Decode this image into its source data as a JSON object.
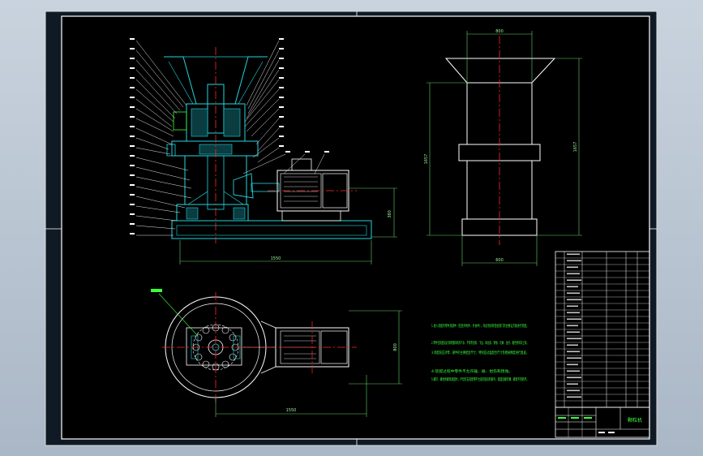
{
  "drawing": {
    "colors": {
      "frame_bg": "#0f1a24",
      "sheet": "#000000",
      "outline": "#ffffff",
      "part": "#1fd7e0",
      "centerline": "#ff2a2a",
      "dimension": "#66d36a",
      "leader": "#ffffff",
      "notes": "#39ff3a"
    },
    "front_view": {
      "width_dim": "1550",
      "height_dim": "380"
    },
    "side_view": {
      "top_dim": "800",
      "bottom_dim": "600",
      "height_dim_left": "1657",
      "height_dim_right": "1657"
    },
    "plan_view": {
      "width_dim": "1550",
      "height_dim": "800"
    },
    "tech_notes": [
      "1.进入装配的零件及部件（包括外购件、外协件），均必须具有检验部门的合格证方能进行装配。",
      "2.零件在装配前必须清理和清洗干净，不得有毛刺、飞边、氧化皮、锈蚀、切屑、油污、着色剂和灰尘等。",
      "3.装配前应对零、部件的主要配合尺寸，特别是过盈配合尺寸及相关精度进行复查。",
      "4.装配过程中零件不允许磕、碰、划伤和锈蚀。",
      "5.螺钉、螺栓和螺母紧固时，严禁打击或使用不合适的旋具和扳手。紧固后螺钉槽、螺母不得损坏。"
    ],
    "title_block": {
      "drawing_title": "颗粒机"
    }
  }
}
